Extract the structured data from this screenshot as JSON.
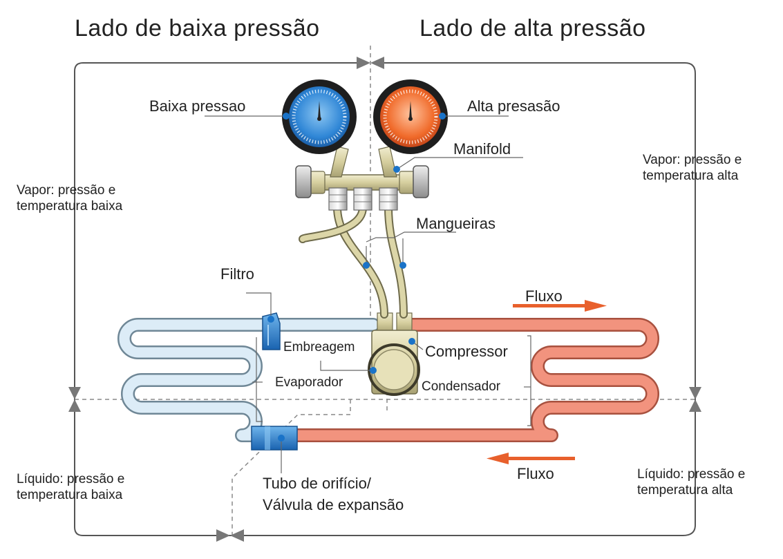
{
  "titles": {
    "low_side": "Lado de baixa pressão",
    "high_side": "Lado de alta pressão"
  },
  "labels": {
    "low_gauge": "Baixa pressao",
    "high_gauge": "Alta presasão",
    "manifold": "Manifold",
    "hoses": "Mangueiras",
    "filter": "Filtro",
    "clutch": "Embreagem",
    "compressor": "Compressor",
    "evaporator": "Evaporador",
    "condenser": "Condensador",
    "orifice_line1": "Tubo de orifício/",
    "orifice_line2": "Válvula de expansão",
    "flow_top": "Fluxo",
    "flow_bottom": "Fluxo"
  },
  "states": {
    "vapor_low_1": "Vapor: pressão e",
    "vapor_low_2": "temperatura baixa",
    "vapor_high_1": "Vapor: pressão e",
    "vapor_high_2": "temperatura alta",
    "liquid_low_1": "Líquido: pressão e",
    "liquid_low_2": "temperatura baixa",
    "liquid_high_1": "Líquido: pressão e",
    "liquid_high_2": "temperatura alta"
  },
  "colors": {
    "low_side": "#dcecf7",
    "low_gauge": "#2f86d6",
    "high_side": "#f2937e",
    "high_gauge": "#f06a2a",
    "flow_arrow": "#e8602c",
    "marker": "#1a73c8",
    "brass": "#d8d2a6"
  },
  "icons": [
    "valve-icon",
    "gauge-icon",
    "arrow-right-icon",
    "arrow-left-icon"
  ]
}
